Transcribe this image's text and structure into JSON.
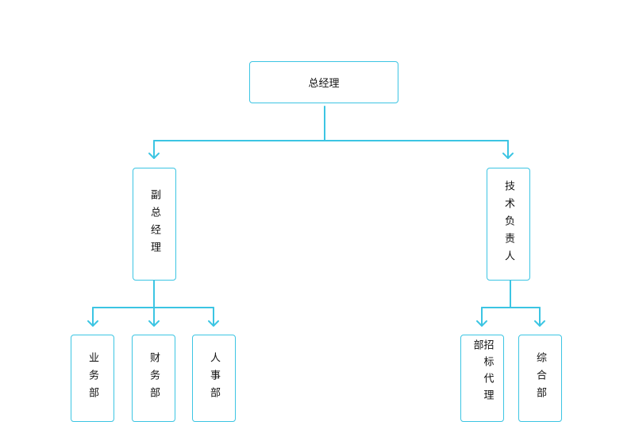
{
  "colors": {
    "line": "#3cc5e3",
    "text": "#111111",
    "background": "#ffffff"
  },
  "org": {
    "root": {
      "label": "总经理"
    },
    "deputy_gm": {
      "label": "副总经理"
    },
    "tech_lead": {
      "label": "技术负责人"
    },
    "business_dept": {
      "label": "业务部"
    },
    "finance_dept": {
      "label": "财务部"
    },
    "hr_dept": {
      "label": "人事部"
    },
    "bidding_agency_dept": {
      "label": "招标代理部"
    },
    "general_dept": {
      "label": "综合部"
    }
  }
}
